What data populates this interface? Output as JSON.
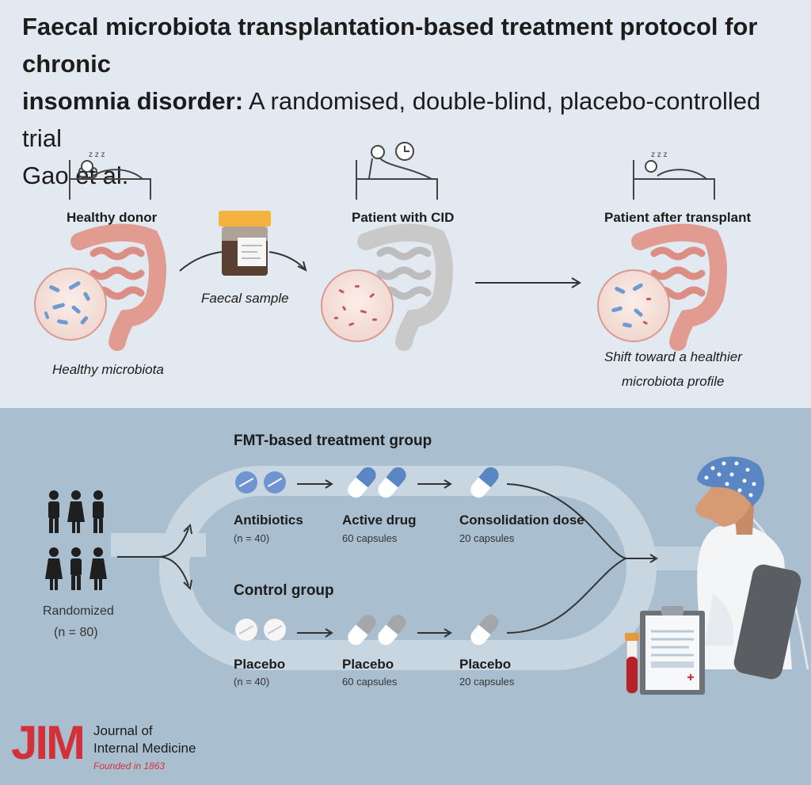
{
  "header": {
    "title_bold_line1": "Faecal microbiota transplantation-based treatment protocol for chronic",
    "title_bold_line2": "insomnia disorder:",
    "title_rest": " A randomised, double-blind, placebo-controlled trial",
    "authors": "Gao et al."
  },
  "top": {
    "donor_label": "Healthy donor",
    "donor_caption": "Healthy microbiota",
    "sample_label": "Faecal sample",
    "patient_label": "Patient with CID",
    "after_label": "Patient after transplant",
    "after_caption_line1": "Shift toward a healthier",
    "after_caption_line2": "microbiota profile"
  },
  "bottom": {
    "randomized_label": "Randomized",
    "randomized_n": "(n = 80)",
    "fmt_group_title": "FMT-based treatment group",
    "control_group_title": "Control group",
    "fmt_steps": [
      {
        "label": "Antibiotics",
        "sub": "(n = 40)"
      },
      {
        "label": "Active drug",
        "sub": "60 capsules"
      },
      {
        "label": "Consolidation dose",
        "sub": "20 capsules"
      }
    ],
    "control_steps": [
      {
        "label": "Placebo",
        "sub": "(n = 40)"
      },
      {
        "label": "Placebo",
        "sub": "60 capsules"
      },
      {
        "label": "Placebo",
        "sub": "20 capsules"
      }
    ]
  },
  "journal": {
    "logo": "JIM",
    "name_line1": "Journal of",
    "name_line2": "Internal Medicine",
    "founded": "Founded in 1863"
  },
  "colors": {
    "accent_red": "#d3313a",
    "capsule_blue": "#5b86c4",
    "capsule_grey": "#a3a7ab",
    "gut_pink": "#e29b90",
    "gut_grey": "#c9c9c9",
    "top_bg": "#e2e9f0",
    "bottom_bg": "#a9bfcf"
  }
}
